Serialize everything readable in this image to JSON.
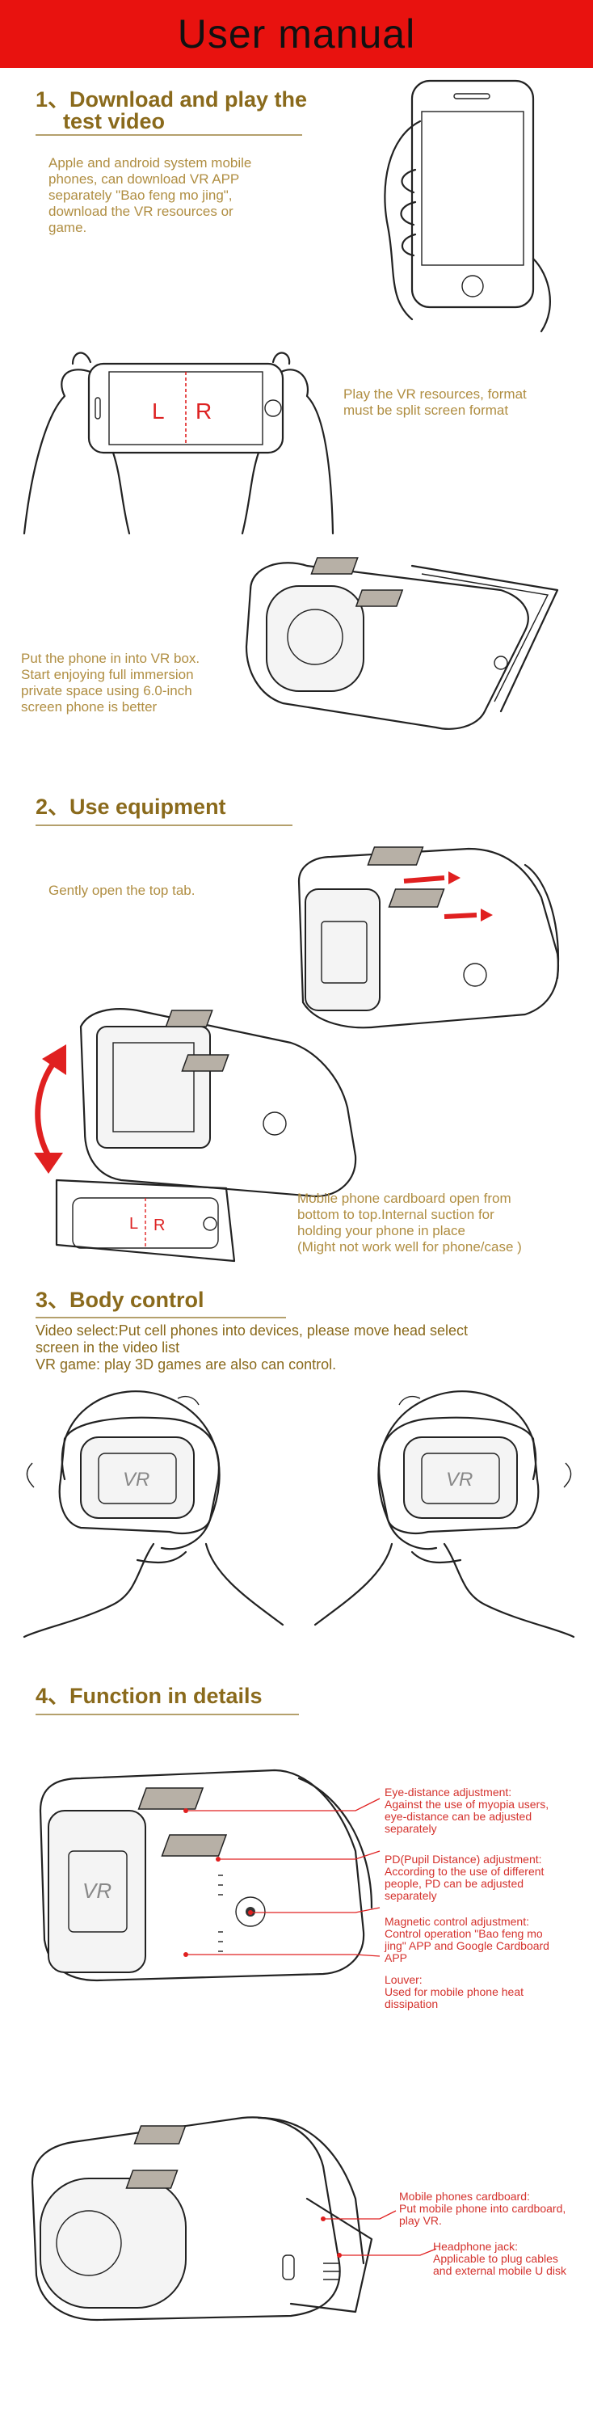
{
  "header": {
    "title": "User manual"
  },
  "sections": {
    "s1": {
      "title_line1": "1、Download and play the",
      "title_line2": "test video",
      "text": [
        "Apple and android system mobile",
        "phones, can download VR APP",
        "separately \"Bao feng mo jing\",",
        "download the VR resources or",
        "game."
      ]
    },
    "split": {
      "left_letter": "L",
      "right_letter": "R",
      "text": [
        "Play the VR resources, format",
        "must be split screen format"
      ]
    },
    "putphone": {
      "text": [
        "Put the phone in into VR box.",
        "Start enjoying full immersion",
        "private space using 6.0-inch",
        "screen phone is better"
      ]
    },
    "s2": {
      "title": "2、Use equipment",
      "open_tab": "Gently open the top tab.",
      "tray_left": "L",
      "tray_right": "R",
      "cardboard": [
        "Mobile phone cardboard open from",
        "bottom to top.Internal suction for",
        "holding your phone in place",
        "(Might not work well for phone/case )"
      ]
    },
    "s3": {
      "title": "3、Body control",
      "text": [
        "Video select:Put cell phones into devices, please move head select",
        "screen in the video list",
        "VR game: play 3D games are also can control."
      ],
      "logo": "VR"
    },
    "s4": {
      "title": "4、Function in details",
      "logo": "VR",
      "callouts_top": [
        {
          "lines": [
            "Eye-distance adjustment:",
            "Against the use of myopia users,",
            "eye-distance can be adjusted",
            "separately"
          ]
        },
        {
          "lines": [
            "PD(Pupil Distance) adjustment:",
            "According to the use of different",
            "people, PD can be adjusted",
            "separately"
          ]
        },
        {
          "lines": [
            "Magnetic control adjustment:",
            "Control operation \"Bao feng mo",
            "jing\" APP and Google Cardboard",
            "APP"
          ]
        },
        {
          "lines": [
            "Louver:",
            "Used for mobile phone heat",
            "dissipation"
          ]
        }
      ],
      "callouts_bottom": [
        {
          "lines": [
            "Mobile phones cardboard:",
            "Put mobile phone into cardboard,",
            "play VR."
          ]
        },
        {
          "lines": [
            "Headphone jack:",
            "Applicable to plug cables",
            "and external mobile U disk"
          ]
        }
      ]
    }
  },
  "colors": {
    "banner": "#e8120f",
    "heading": "#8a6a1c",
    "body_text": "#b08e42",
    "callout": "#d4322d"
  }
}
